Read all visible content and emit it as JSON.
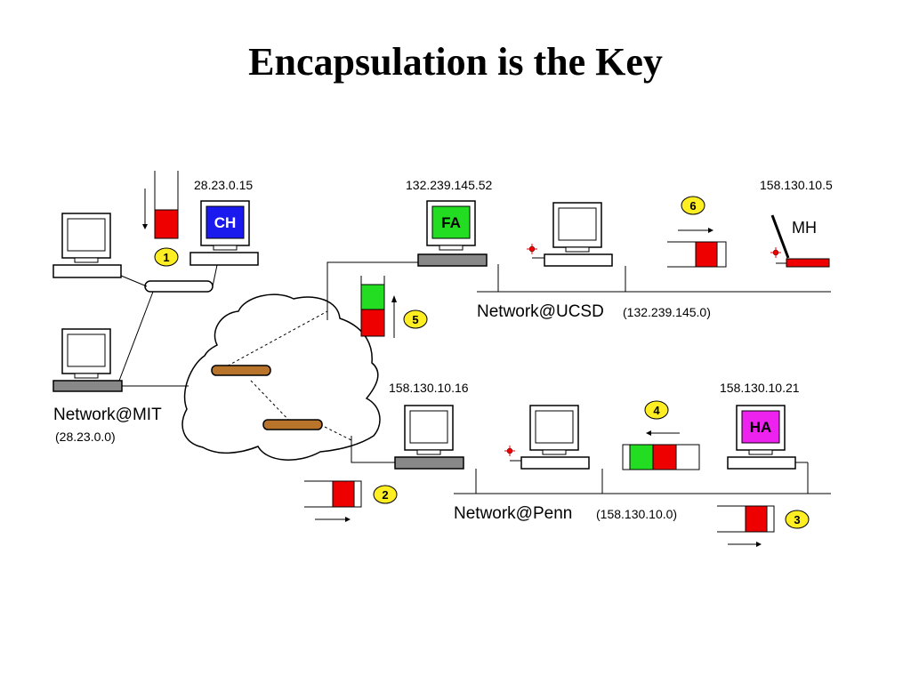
{
  "slide": {
    "title": "Encapsulation is the Key"
  },
  "colors": {
    "ch": "#1a1aee",
    "fa": "#22dd22",
    "ha": "#ee22ee",
    "packet": "#ee0000",
    "header": "#22dd22",
    "badge": "#ffee22",
    "tunnel": "#b8742a"
  },
  "hosts": {
    "ch": {
      "ip": "28.23.0.15",
      "label": "CH"
    },
    "fa": {
      "ip": "132.239.145.52",
      "label": "FA"
    },
    "mh": {
      "ip": "158.130.10.5",
      "label": "MH"
    },
    "penn_router": {
      "ip": "158.130.10.16"
    },
    "ha": {
      "ip": "158.130.10.21",
      "label": "HA"
    }
  },
  "networks": {
    "mit": {
      "name": "Network@MIT",
      "addr": "(28.23.0.0)"
    },
    "ucsd": {
      "name": "Network@UCSD",
      "addr": "(132.239.145.0)"
    },
    "penn": {
      "name": "Network@Penn",
      "addr": "(158.130.10.0)"
    }
  },
  "steps": [
    "1",
    "2",
    "3",
    "4",
    "5",
    "6"
  ]
}
